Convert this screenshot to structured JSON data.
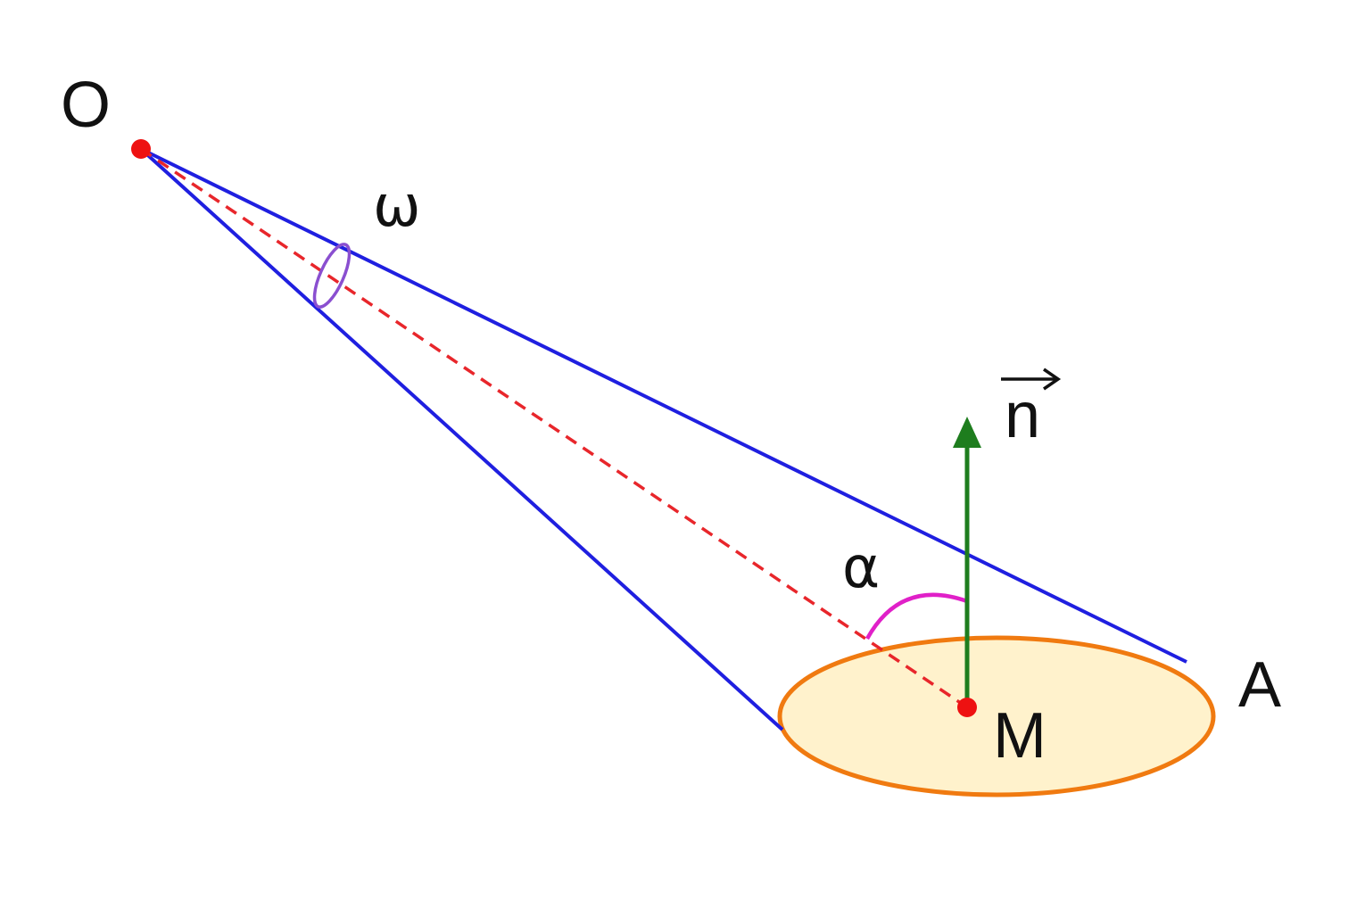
{
  "labels": {
    "origin": "O",
    "solid_angle": "ω",
    "normal": "n",
    "angle": "α",
    "center": "M",
    "edge_point": "A"
  },
  "colors": {
    "cone_edges": "#1f1fe0",
    "axis_dashed": "#e8262b",
    "points": "#ee1111",
    "normal_vector": "#1e7d1e",
    "angle_arc": "#e020c8",
    "disk_fill": "#fff2cc",
    "disk_stroke": "#f07a10",
    "small_ellipse": "#8a4fd0",
    "text": "#111111"
  },
  "icons": {
    "vector_arrow": "right-arrow-overline"
  }
}
